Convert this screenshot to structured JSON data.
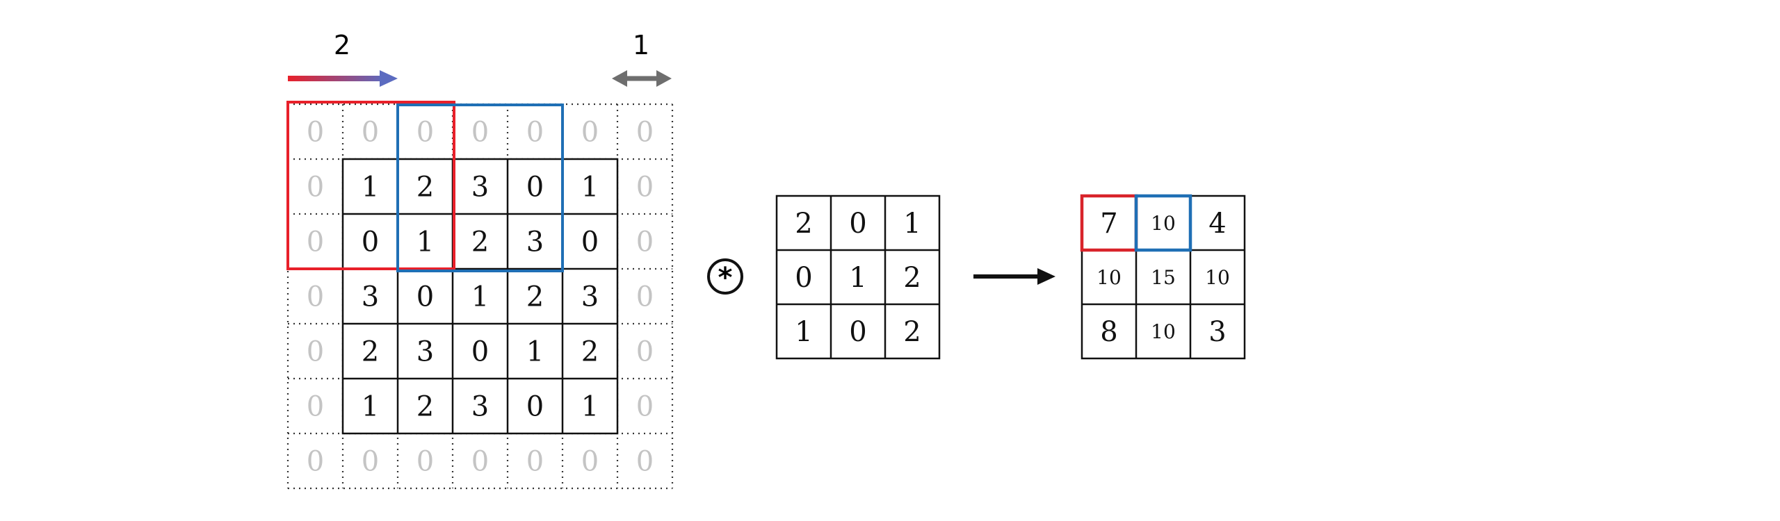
{
  "stride": {
    "label": "2",
    "gradient_start": "#e8202a",
    "gradient_end": "#5b6bc0"
  },
  "padding": {
    "label": "1",
    "color": "#6e6e6e"
  },
  "input": {
    "size": 7,
    "cells": [
      [
        "0",
        "0",
        "0",
        "0",
        "0",
        "0",
        "0"
      ],
      [
        "0",
        "1",
        "2",
        "3",
        "0",
        "1",
        "0"
      ],
      [
        "0",
        "0",
        "1",
        "2",
        "3",
        "0",
        "0"
      ],
      [
        "0",
        "3",
        "0",
        "1",
        "2",
        "3",
        "0"
      ],
      [
        "0",
        "2",
        "3",
        "0",
        "1",
        "2",
        "0"
      ],
      [
        "0",
        "1",
        "2",
        "3",
        "0",
        "1",
        "0"
      ],
      [
        "0",
        "0",
        "0",
        "0",
        "0",
        "0",
        "0"
      ]
    ],
    "pad_text_color": "#c4c4c4",
    "text_color": "#111111"
  },
  "operator": {
    "symbol": "*"
  },
  "kernel": {
    "cells": [
      [
        "2",
        "0",
        "1"
      ],
      [
        "0",
        "1",
        "2"
      ],
      [
        "1",
        "0",
        "2"
      ]
    ]
  },
  "output": {
    "cells": [
      [
        "7",
        "10",
        "4"
      ],
      [
        "10",
        "15",
        "10"
      ],
      [
        "8",
        "10",
        "3"
      ]
    ],
    "highlight_first_color": "#d8232a",
    "highlight_second_color": "#1f6fb5"
  },
  "windows": {
    "first_color": "#e8202a",
    "second_color": "#1f6fb5"
  }
}
